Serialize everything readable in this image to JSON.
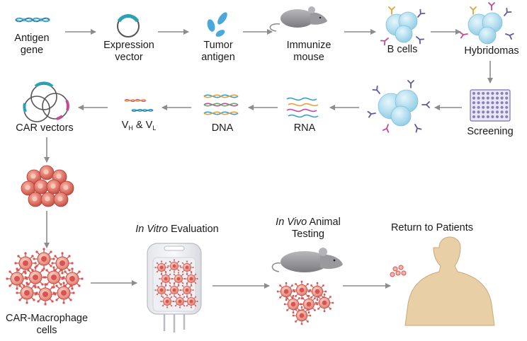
{
  "steps": {
    "antigen_gene": [
      "Antigen",
      "gene"
    ],
    "expression_vector": [
      "Expression",
      "vector"
    ],
    "tumor_antigen": [
      "Tumor",
      "antigen"
    ],
    "immunize_mouse": [
      "Immunize",
      "mouse"
    ],
    "b_cells": "B cells",
    "hybridomas": "Hybridomas",
    "screening": "Screening",
    "rna": "RNA",
    "dna": "DNA",
    "vh_vl": {
      "v1": "V",
      "s1": "H",
      "amp": " & ",
      "v2": "V",
      "s2": "L"
    },
    "car_vectors": "CAR vectors",
    "car_macrophage": [
      "CAR-Macrophage",
      "cells"
    ],
    "in_vitro": {
      "italic": "In Vitro",
      "rest": " Evaluation"
    },
    "in_vivo": {
      "italic": "In Vivo",
      "rest": " Animal",
      "line2": "Testing"
    },
    "return": "Return to Patients"
  },
  "colors": {
    "arrow": "#8c8c8c",
    "dna_blue": "#3aa0c8",
    "antigen_blue": "#4aa8dc",
    "b_cell": "#a8d8ec",
    "macrophage": "#d9534f",
    "macrophage_light": "#f3b5a8",
    "human_skin": "#e8cfa6",
    "mouse_gray": "#9a9a9e",
    "plate": "#7a70b0"
  }
}
